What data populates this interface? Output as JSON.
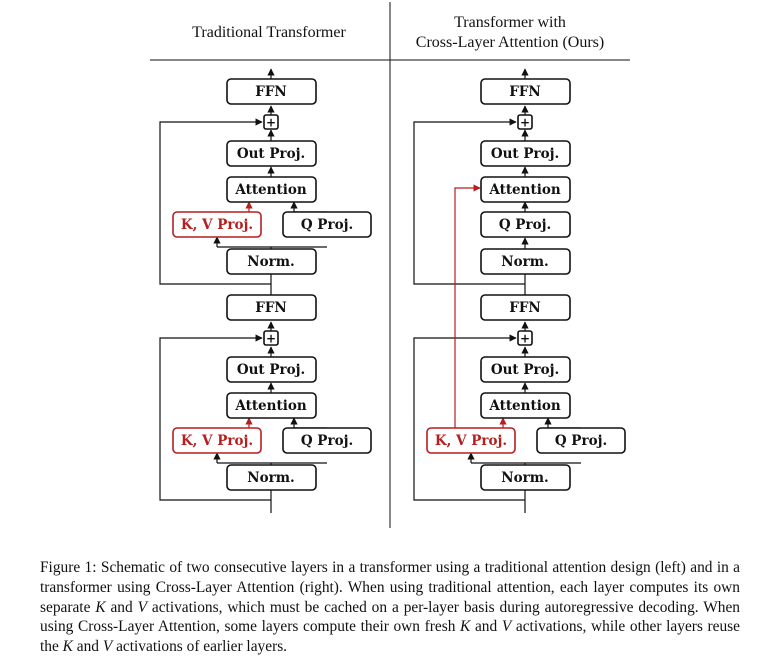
{
  "headers": {
    "left": "Traditional Transformer",
    "right_line1": "Transformer with",
    "right_line2": "Cross-Layer Attention (Ours)"
  },
  "blocks": {
    "ffn": "FFN",
    "add": "+",
    "out_proj": "Out Proj.",
    "attention": "Attention",
    "kv_proj": "K, V Proj.",
    "q_proj": "Q Proj.",
    "norm": "Norm."
  },
  "caption": {
    "p1": "Figure 1: Schematic of two consecutive layers in a transformer using a traditional attention design (left) and in a transformer using Cross-Layer Attention (right). When using traditional attention, each layer computes its own separate ",
    "k1": "K",
    "p2": " and ",
    "v1": "V",
    "p3": " activations, which must be cached on a per-layer basis during autoregressive decoding. When using Cross-Layer Attention, some layers compute their own fresh ",
    "k2": "K",
    "p4": " and ",
    "v2": "V",
    "p5": " activations, while other layers reuse the ",
    "k3": "K",
    "p6": " and ",
    "v3": "V",
    "p7": " activations of earlier layers."
  },
  "colors": {
    "highlight": "#b51f1f",
    "line": "#111111"
  }
}
